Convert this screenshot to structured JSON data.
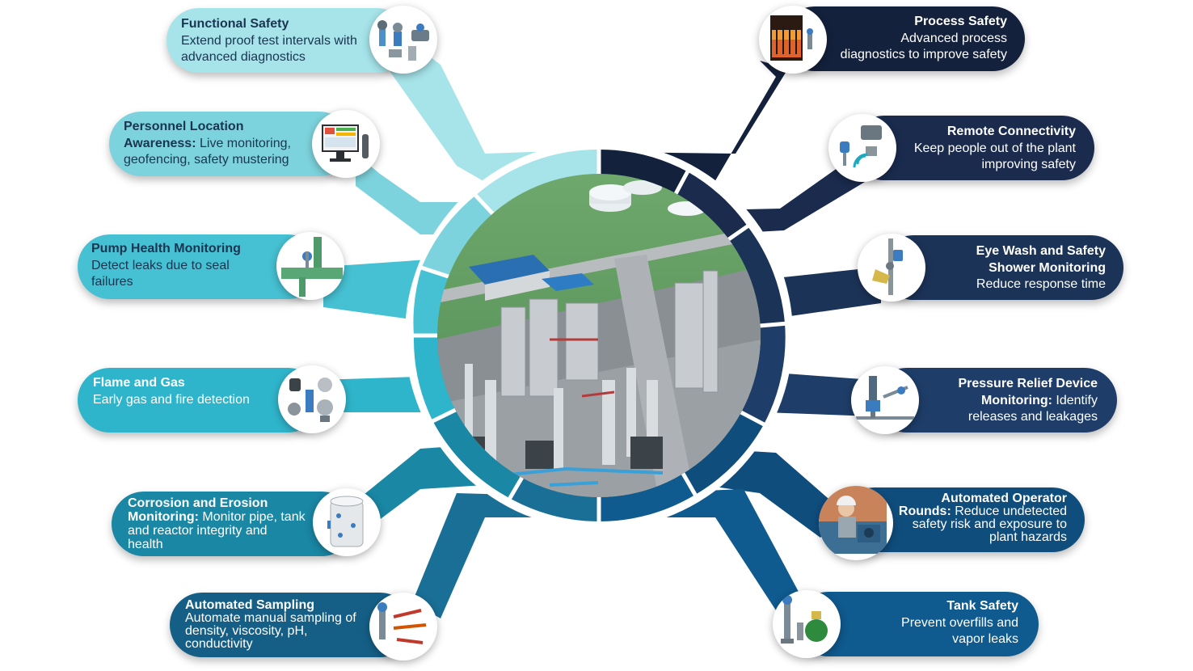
{
  "hub": {
    "name": "plant-overview"
  },
  "colors": {
    "light_1": "#a6e4ea",
    "light_2": "#7dd3dd",
    "light_3": "#46c1d3",
    "light_4": "#1fa9c1",
    "light_5": "#1a87a5",
    "light_6": "#155f87",
    "dark_1": "#14213d",
    "dark_2": "#1a2b4e",
    "dark_3": "#1c3358",
    "dark_4": "#1e3d68",
    "dark_5": "#0f4d7d",
    "dark_6": "#0f5a8e"
  },
  "items": [
    {
      "id": "functional-safety",
      "title": "Functional Safety",
      "body": "Extend proof test intervals with advanced diagnostics",
      "icon": "valve-transmitters-icon"
    },
    {
      "id": "personnel-location",
      "title": "Personnel Location Awareness:",
      "body": "Live monitoring, geofencing, safety mustering",
      "icon": "monitor-screen-icon"
    },
    {
      "id": "pump-health",
      "title": "Pump Health Monitoring",
      "body": "Detect leaks due to seal failures",
      "icon": "pump-pipe-icon"
    },
    {
      "id": "flame-gas",
      "title": "Flame and Gas",
      "body": "Early gas and fire detection",
      "icon": "gas-detectors-icon"
    },
    {
      "id": "corrosion-erosion",
      "title": "Corrosion and Erosion Monitoring:",
      "body": "Monitor pipe, tank and reactor integrity and health",
      "icon": "tank-sensor-icon"
    },
    {
      "id": "automated-sampling",
      "title": "Automated Sampling",
      "body": "Automate manual sampling of density, viscosity, pH, conductivity",
      "icon": "sampling-probes-icon"
    },
    {
      "id": "process-safety",
      "title": "Process Safety",
      "body": "Advanced process diagnostics to improve safety",
      "icon": "flare-stack-icon"
    },
    {
      "id": "remote-connectivity",
      "title": "Remote Connectivity",
      "body": "Keep people out of the plant improving safety",
      "icon": "wireless-gateway-icon"
    },
    {
      "id": "eye-wash",
      "title": "Eye Wash and Safety Shower Monitoring",
      "body": "Reduce response time",
      "icon": "shower-valve-icon"
    },
    {
      "id": "pressure-relief",
      "title": "Pressure Relief Device Monitoring:",
      "body": "Identify releases and leakages",
      "icon": "relief-valve-icon"
    },
    {
      "id": "operator-rounds",
      "title": "Automated Operator Rounds:",
      "body": "Reduce undetected safety risk and exposure to plant hazards",
      "icon": "operator-worker-icon"
    },
    {
      "id": "tank-safety",
      "title": "Tank Safety",
      "body": "Prevent overfills and vapor leaks",
      "icon": "tank-gauges-icon"
    }
  ]
}
